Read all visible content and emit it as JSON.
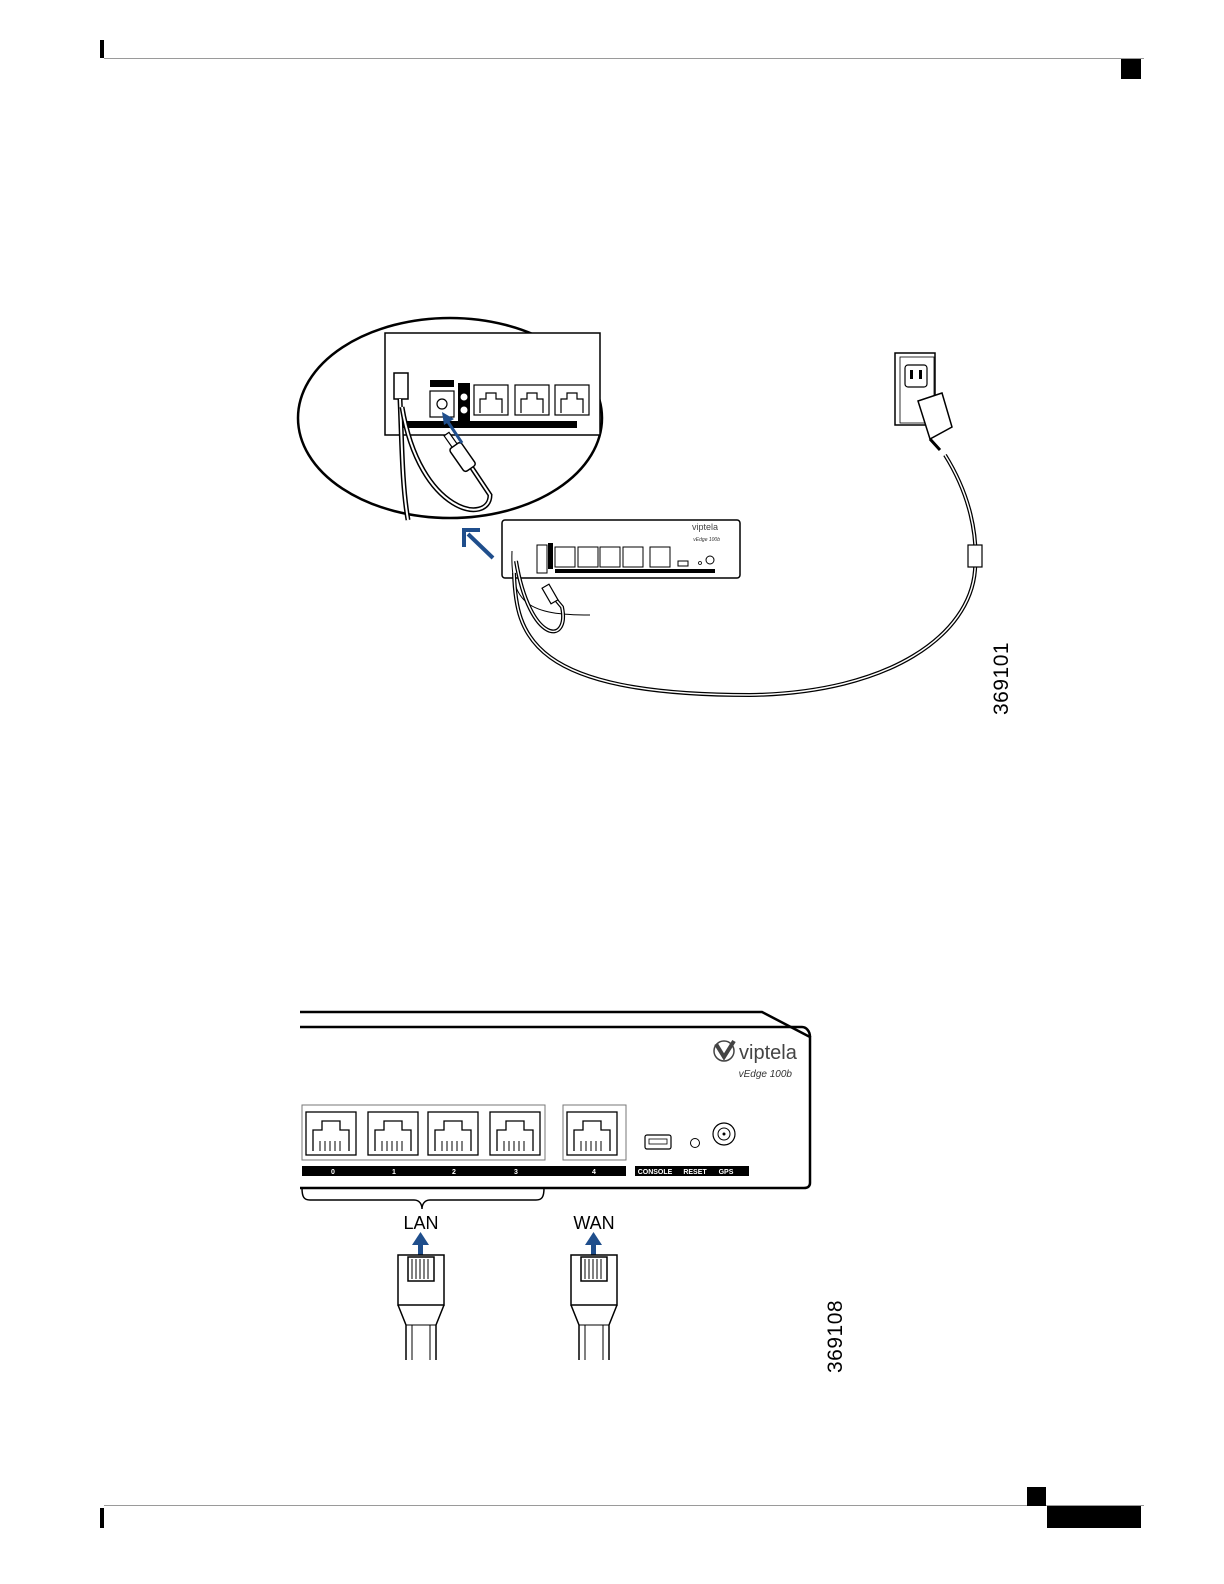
{
  "figure1": {
    "id_label": "369101",
    "brand": "viptela",
    "model": "vEdge 100b"
  },
  "figure2": {
    "id_label": "369108",
    "brand": "viptela",
    "model": "vEdge 100b",
    "port_labels": [
      "0",
      "1",
      "2",
      "3",
      "4"
    ],
    "console_label": "CONSOLE",
    "reset_label": "RESET",
    "gps_label": "GPS",
    "lan_label": "LAN",
    "wan_label": "WAN"
  },
  "colors": {
    "arrow_blue": "#1f4e8c",
    "ink": "#000000",
    "rule": "#9a9a9a"
  }
}
